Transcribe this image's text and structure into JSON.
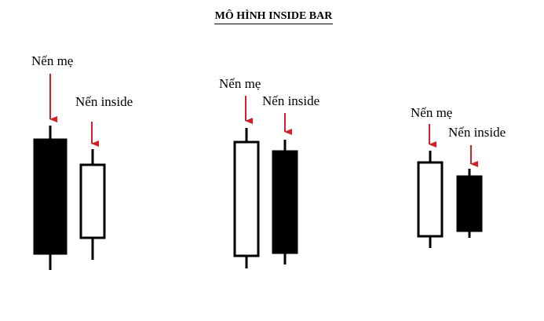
{
  "title": "MÔ HÌNH INSIDE BAR",
  "colors": {
    "arrow": "#d0202a",
    "bearish_fill": "#000000",
    "bullish_fill": "#ffffff",
    "outline": "#000000"
  },
  "examples": [
    {
      "mother_label": "Nến mẹ",
      "inside_label": "Nến inside",
      "mother_candle": "bearish",
      "inside_candle": "bullish"
    },
    {
      "mother_label": "Nến mẹ",
      "inside_label": "Nến inside",
      "mother_candle": "bullish",
      "inside_candle": "bearish"
    },
    {
      "mother_label": "Nến mẹ",
      "inside_label": "Nến inside",
      "mother_candle": "bullish",
      "inside_candle": "bearish"
    }
  ]
}
